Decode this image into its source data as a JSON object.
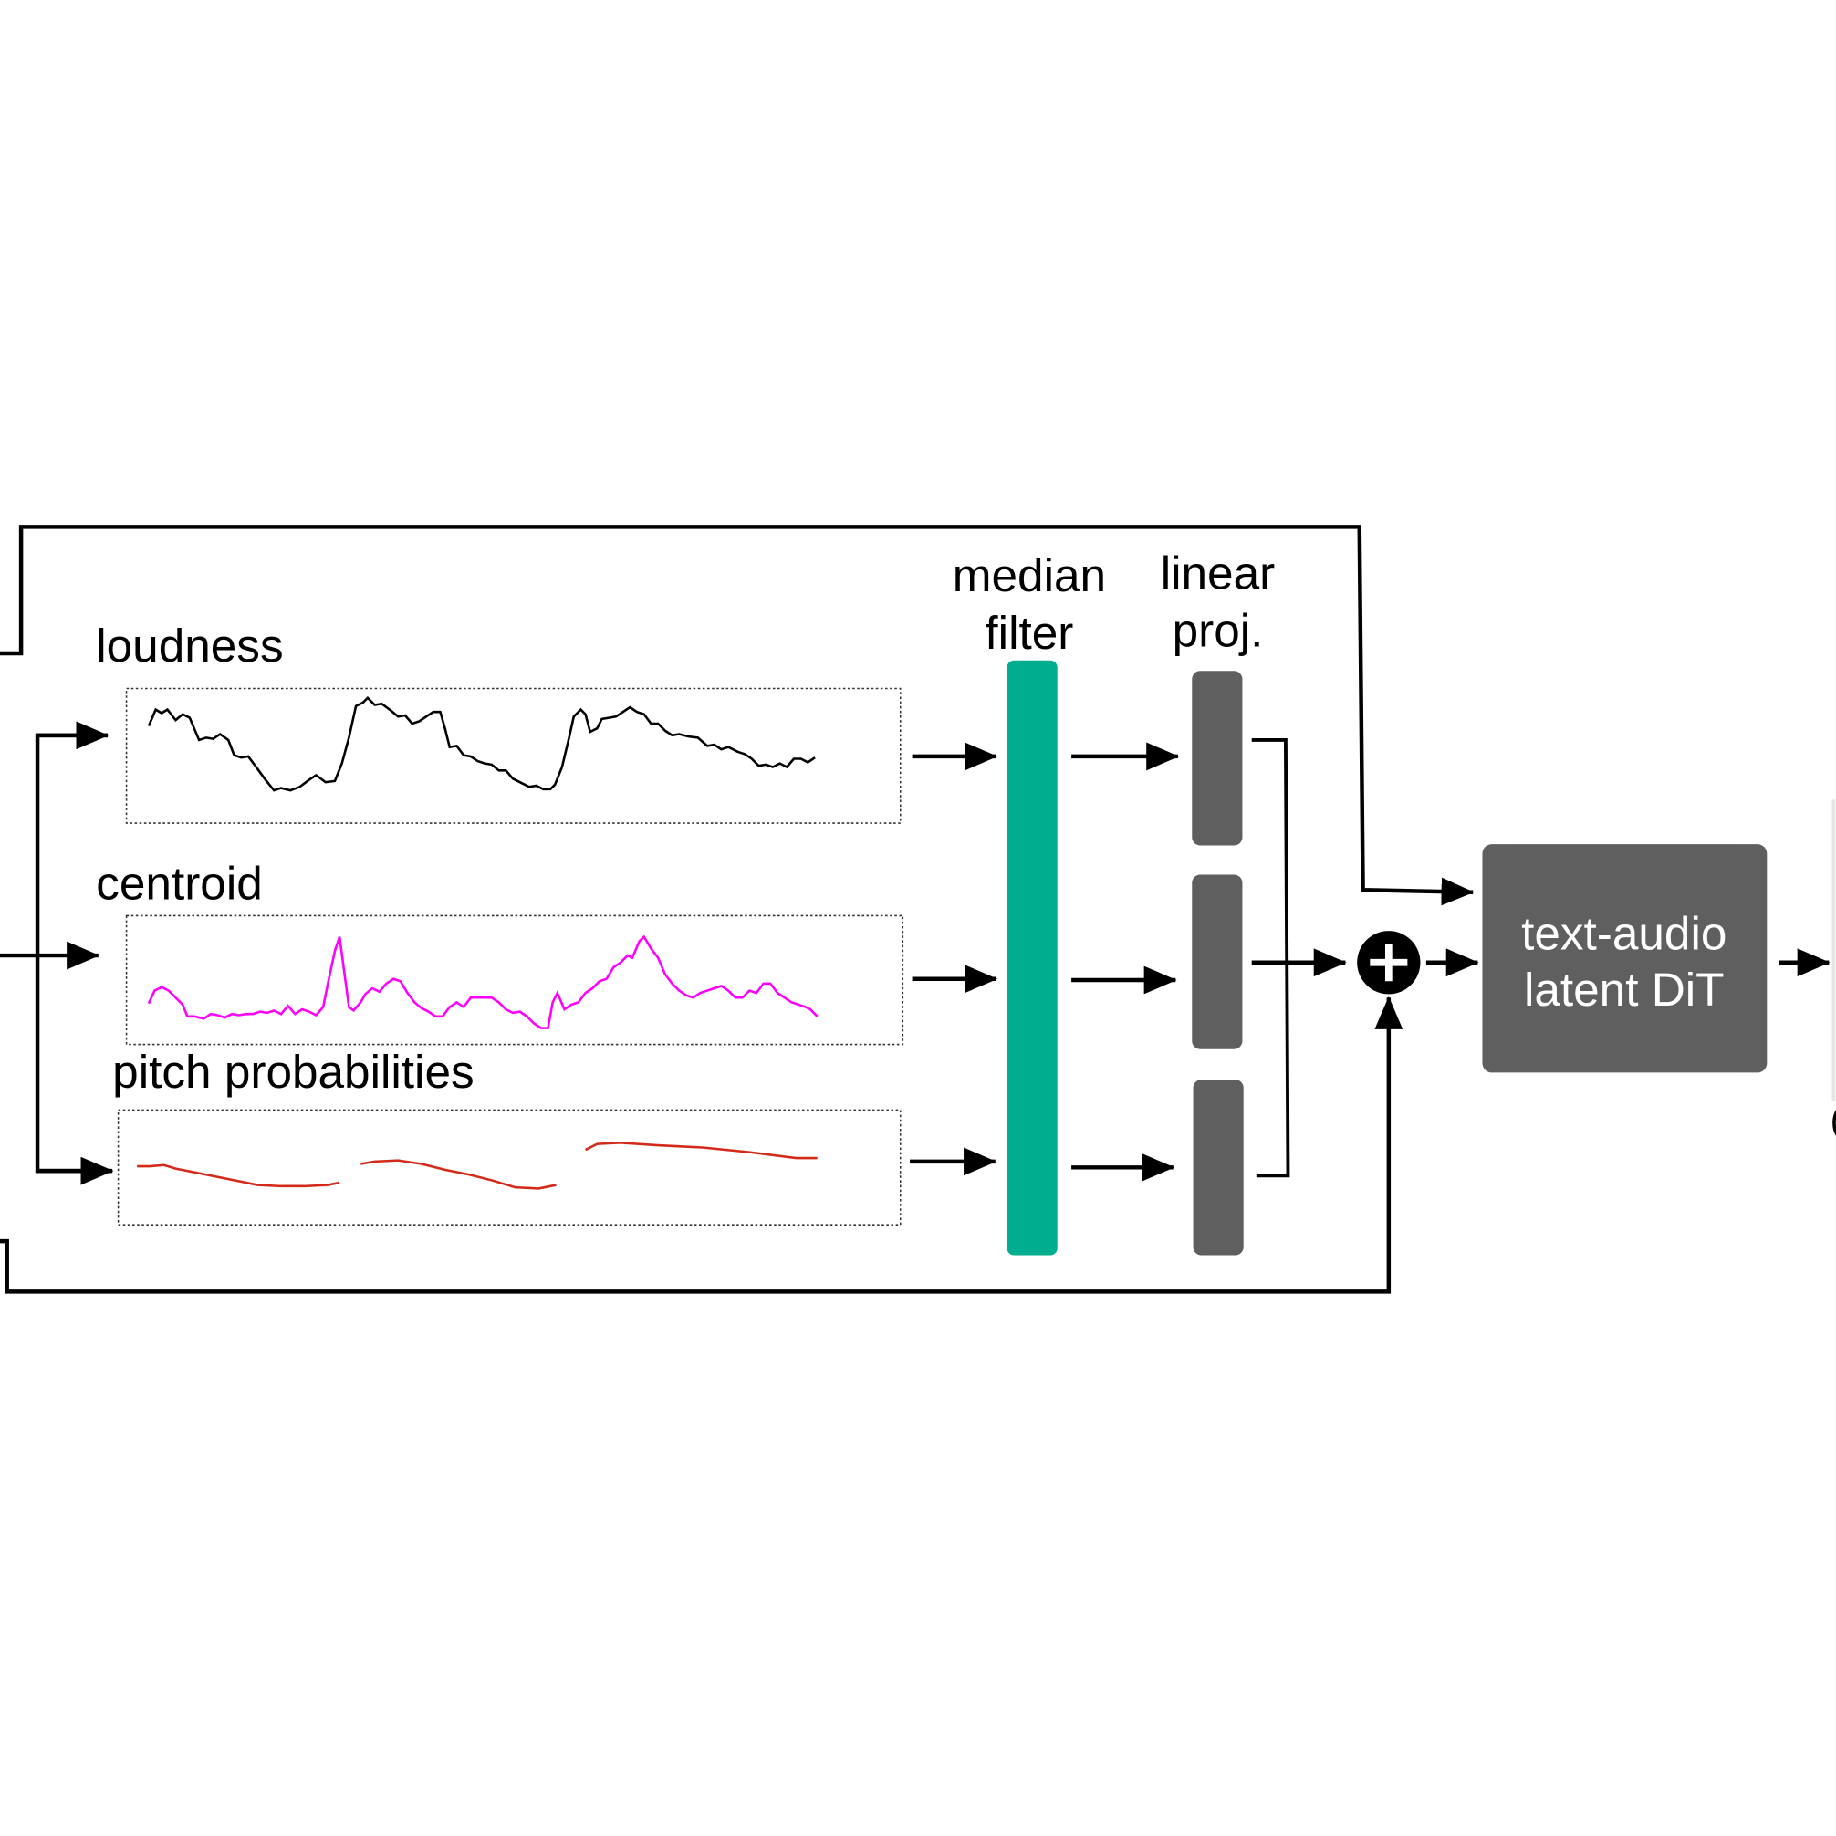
{
  "labels": {
    "loudness": "loudness",
    "centroid": "centroid",
    "pitch": "pitch probabilities",
    "median_line1": "median",
    "median_line2": "filter",
    "linear_line1": "linear",
    "linear_line2": "proj.",
    "dit_line1": "text-audio",
    "dit_line2": "latent DiT",
    "cut_char": "("
  },
  "colors": {
    "median_filter": "#00ad8e",
    "proj_block": "#5f5f5f",
    "centroid_curve": "#ff00ff",
    "pitch_curve": "#d42a1a",
    "loudness_curve": "#000000"
  }
}
